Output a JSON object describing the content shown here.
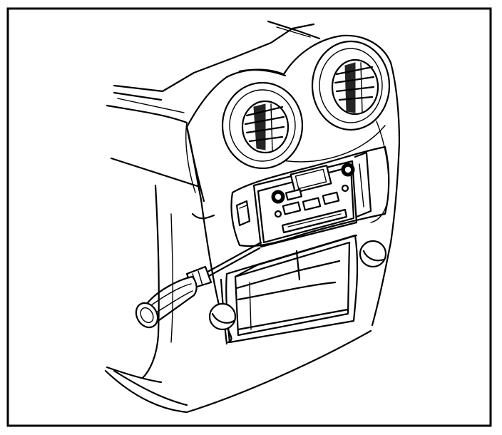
{
  "figure": {
    "border_color": "#000000",
    "background": "#ffffff",
    "line_color": "#000000",
    "parts": [
      "instrument-panel-bezel",
      "left-air-vent",
      "right-air-vent",
      "radio-unit",
      "storage-pocket",
      "left-retainer-clip",
      "right-retainer-clip",
      "side-switch",
      "screwdriver"
    ]
  }
}
